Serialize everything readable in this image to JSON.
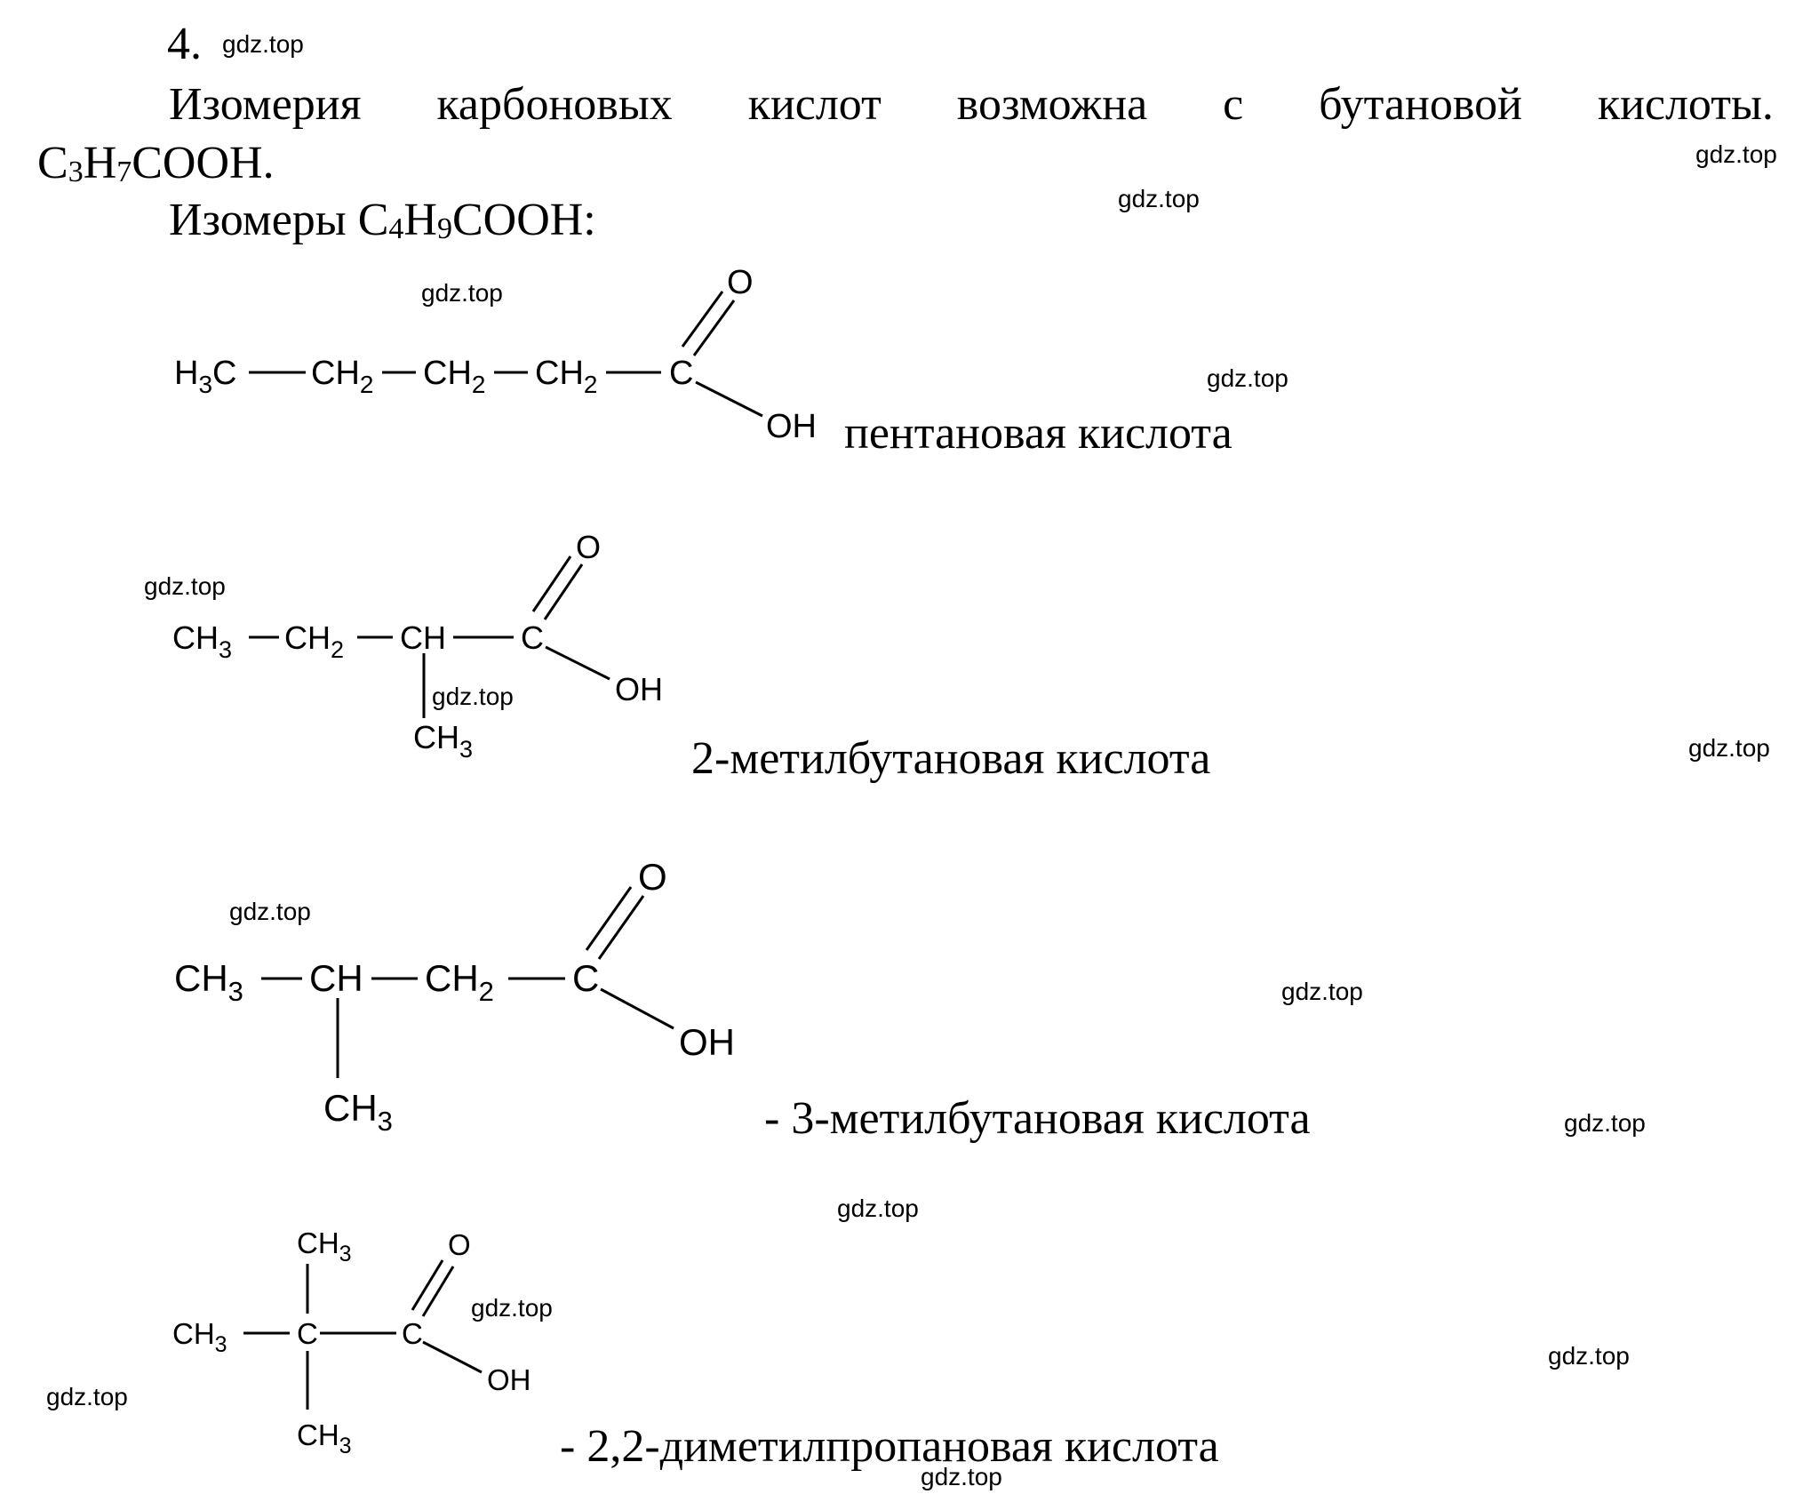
{
  "problem": {
    "number": "4.",
    "intro_words": [
      "Изомерия",
      "карбоновых",
      "кислот",
      "возможна",
      "с",
      "бутановой",
      "кислоты."
    ],
    "intro_formula": {
      "a": "C",
      "a_sub": "3",
      "b": "H",
      "b_sub": "7",
      "c": "COOH."
    },
    "isomers_label": {
      "a": "Изомеры C",
      "a_sub": "4",
      "b": "H",
      "b_sub": "9",
      "c": "COOH:"
    }
  },
  "structures": [
    {
      "name": "пентановая кислота",
      "groups": [
        "H",
        "3",
        "C",
        "CH",
        "2",
        "CH",
        "2",
        "CH",
        "2",
        "C",
        "O",
        "OH"
      ]
    },
    {
      "name": "2-метилбутановая кислота",
      "groups": [
        "CH",
        "3",
        "CH",
        "2",
        "CH",
        "C",
        "O",
        "OH",
        "CH",
        "3"
      ]
    },
    {
      "name": "- 3-метилбутановая кислота",
      "groups": [
        "CH",
        "3",
        "CH",
        "CH",
        "2",
        "C",
        "O",
        "OH",
        "CH",
        "3"
      ]
    },
    {
      "name": "- 2,2-диметилпропановая кислота",
      "groups": [
        "CH",
        "3",
        "C",
        "C",
        "O",
        "OH",
        "CH",
        "3",
        "CH",
        "3"
      ]
    }
  ],
  "watermark": "gdz.top"
}
